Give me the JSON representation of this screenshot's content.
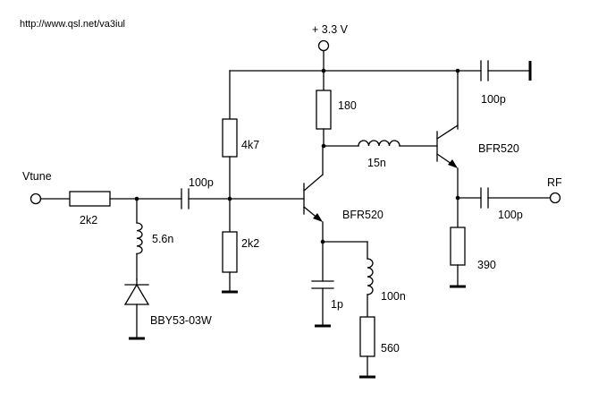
{
  "header": {
    "url": "http://www.qsl.net/va3iul"
  },
  "supply": {
    "label": "+ 3.3 V"
  },
  "terminals": {
    "input": "Vtune",
    "output": "RF"
  },
  "components": {
    "r_tune": "2k2",
    "l_tune": "5.6n",
    "varactor": "BBY53-03W",
    "c_coupling_in": "100p",
    "r_bias_top": "4k7",
    "r_bias_bottom": "2k2",
    "q1": "BFR520",
    "r_collector": "180",
    "l_interstage": "15n",
    "c_feedback": "1p",
    "l_emitter": "100n",
    "r_emitter": "560",
    "q2": "BFR520",
    "c_bypass": "100p",
    "r_q2_emitter": "390",
    "c_out": "100p"
  }
}
